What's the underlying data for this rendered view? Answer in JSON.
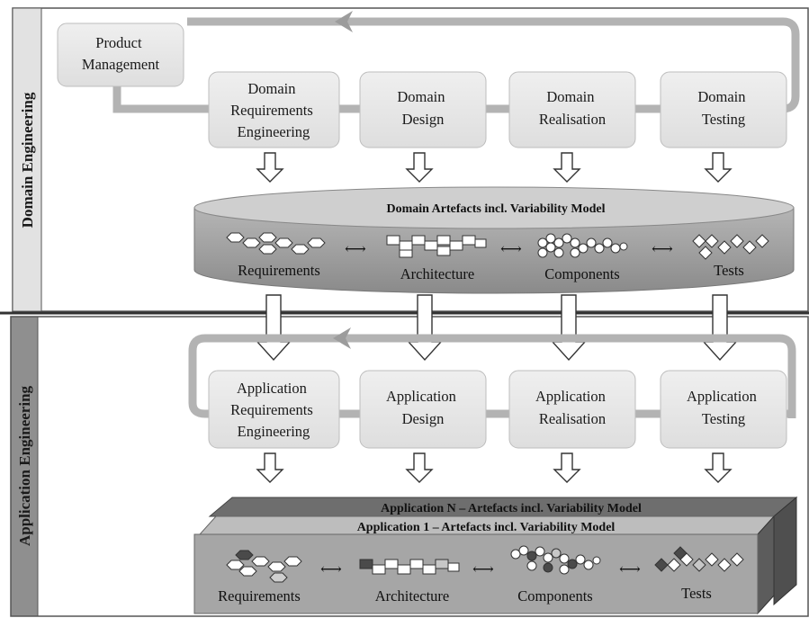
{
  "lanes": {
    "domain": "Domain Engineering",
    "application": "Application Engineering"
  },
  "product_management": [
    "Product",
    "Management"
  ],
  "domain_processes": [
    {
      "lines": [
        "Domain",
        "Requirements",
        "Engineering"
      ]
    },
    {
      "lines": [
        "Domain",
        "Design"
      ]
    },
    {
      "lines": [
        "Domain",
        "Realisation"
      ]
    },
    {
      "lines": [
        "Domain",
        "Testing"
      ]
    }
  ],
  "domain_artefacts": {
    "title": "Domain Artefacts incl. Variability Model",
    "items": [
      "Requirements",
      "Architecture",
      "Components",
      "Tests"
    ],
    "separator": "⟷"
  },
  "application_processes": [
    {
      "lines": [
        "Application",
        "Requirements",
        "Engineering"
      ]
    },
    {
      "lines": [
        "Application",
        "Design"
      ]
    },
    {
      "lines": [
        "Application",
        "Realisation"
      ]
    },
    {
      "lines": [
        "Application",
        "Testing"
      ]
    }
  ],
  "application_artefacts": {
    "title_n": "Application N – Artefacts incl. Variability Model",
    "title_1": "Application 1 – Artefacts incl. Variability Model",
    "items": [
      "Requirements",
      "Architecture",
      "Components",
      "Tests"
    ],
    "separator": "⟷"
  },
  "colors": {
    "box_fill": "#e6e6e6",
    "loop_line": "#b3b3b3",
    "drum_top": "#cfcfcf",
    "drum_body": "#9a9a9a",
    "slab_front": "#a8a8a8",
    "slab_dark": "#6e6e6e",
    "lane_band": "#e0e0e0"
  }
}
